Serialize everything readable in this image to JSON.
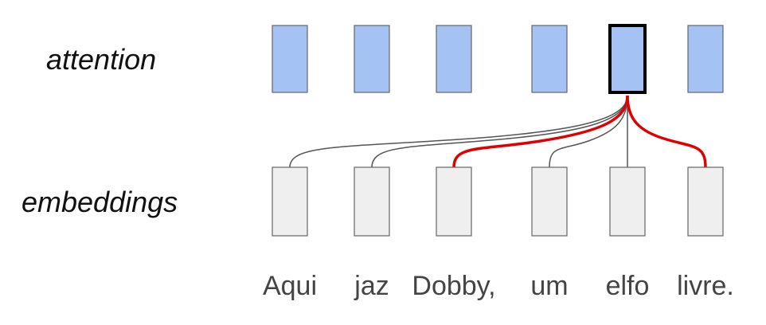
{
  "labels": {
    "attention": "attention",
    "embeddings": "embeddings"
  },
  "tokens": [
    "Aqui",
    "jaz",
    "Dobby,",
    "um",
    "elfo",
    "livre."
  ],
  "highlighted_attention_index": 4,
  "strong_connections": [
    2,
    5
  ],
  "colors": {
    "attention_fill": "#a4c2f4",
    "attention_stroke": "#666666",
    "embedding_fill": "#efefef",
    "embedding_stroke": "#666666",
    "highlight_stroke": "#000000",
    "weak_line": "#555555",
    "strong_line": "#e00000"
  }
}
